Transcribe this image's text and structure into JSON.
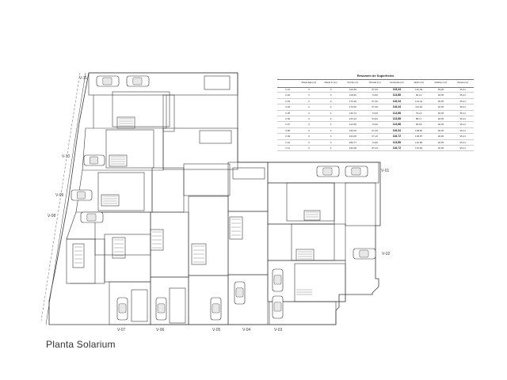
{
  "drawing": {
    "title": "Planta Solarium",
    "vivienda_labels": [
      "V-11",
      "V-10",
      "V-09",
      "V-08",
      "V-07",
      "V-06",
      "V-05",
      "V-04",
      "V-03",
      "V-02",
      "V-01"
    ]
  },
  "surface_table": {
    "title": "Resumen de Superficies",
    "headers": [
      "",
      "Planta baja (m²)",
      "Planta 1ª (m²)",
      "Porche (m²)",
      "Útil total (m²)",
      "Construida (m²)",
      "Jardín (m²)",
      "Solárium (m²)",
      "Terraza (m²)"
    ],
    "rows": [
      [
        "V-01",
        "3",
        "3",
        "100,59",
        "57,39",
        "115,34",
        "122,09",
        "18,05",
        "35,41"
      ],
      [
        "V-02",
        "3",
        "3",
        "118,06",
        "74,96",
        "113,88",
        "96,12",
        "18,05",
        "35,41"
      ],
      [
        "V-03",
        "3",
        "3",
        "170,30",
        "57,39",
        "116,34",
        "101,44",
        "18,05",
        "35,41"
      ],
      [
        "V-04",
        "3",
        "3",
        "170,56",
        "57,39",
        "116,34",
        "114,64",
        "18,05",
        "35,41"
      ],
      [
        "V-05",
        "3",
        "3",
        "136,74",
        "74,96",
        "113,88",
        "79,24",
        "18,05",
        "35,41"
      ],
      [
        "V-06",
        "3",
        "3",
        "125,12",
        "54,84",
        "113,88",
        "88,17",
        "18,05",
        "35,41"
      ],
      [
        "V-07",
        "3",
        "3",
        "124,56",
        "74,96",
        "113,88",
        "96,06",
        "18,05",
        "35,41"
      ],
      [
        "V-08",
        "3",
        "3",
        "136,00",
        "57,39",
        "116,34",
        "108,82",
        "18,05",
        "35,41"
      ],
      [
        "V-09",
        "3",
        "3",
        "164,05",
        "57,16",
        "116,72",
        "106,87",
        "18,05",
        "35,41"
      ],
      [
        "V-10",
        "3",
        "3",
        "189,77",
        "74,96",
        "113,88",
        "132,86",
        "18,05",
        "35,41"
      ],
      [
        "V-11",
        "3",
        "3",
        "226,08",
        "87,43",
        "116,72",
        "176,84",
        "18,05",
        "35,41"
      ]
    ]
  },
  "colors": {
    "line": "#3a3a3a",
    "fine": "#8a8a8a",
    "fill": "#ffffff"
  }
}
